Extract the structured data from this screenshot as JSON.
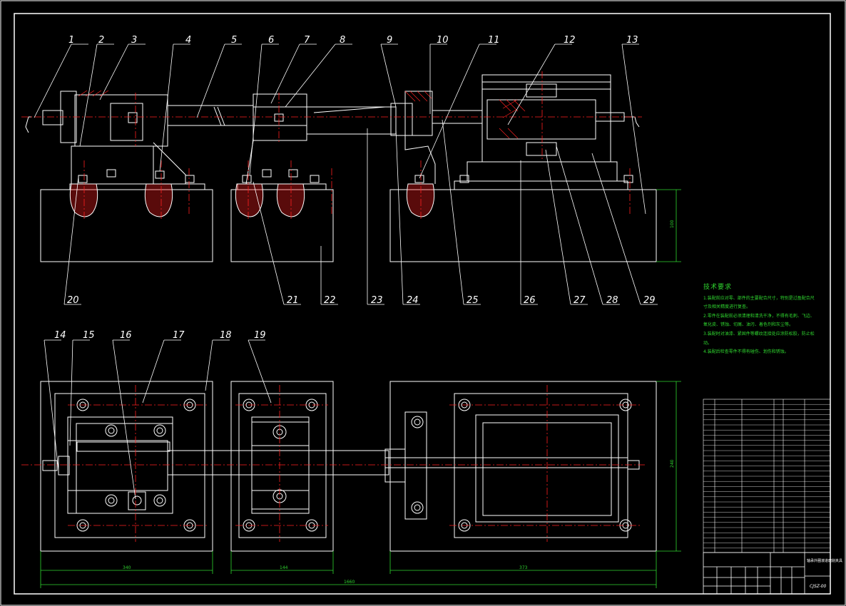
{
  "drawing": {
    "part_numbers_top": [
      "1",
      "2",
      "3",
      "4",
      "5",
      "6",
      "7",
      "8",
      "9",
      "10",
      "11",
      "12",
      "13"
    ],
    "part_numbers_bottom_row": [
      "20",
      "21",
      "22",
      "23",
      "24",
      "25",
      "26",
      "27",
      "28",
      "29"
    ],
    "part_numbers_plan": [
      "14",
      "15",
      "16",
      "17",
      "18",
      "19"
    ],
    "dimensions": {
      "left_base_width": "340",
      "mid_base_width": "144",
      "right_base_width": "373",
      "overall_width": "1660",
      "elev_height": "100",
      "plan_height": "240"
    },
    "tech_requirements": {
      "title": "技术要求",
      "items": [
        "1.装配前应对零、部件的主要配合尺寸，特别是过盈配合尺寸及相关精度进行复查。",
        "2.零件在装配前必须清理和清洗干净，不得有毛刺、飞边、氧化皮、锈蚀、切屑、油污、着色剂和灰尘等。",
        "3.装配时对油漆、紧固件等螺纹连接处应涂防松胶，防止松动。",
        "4.装配后检查零件不得有碰伤、划伤和锈蚀。"
      ]
    },
    "title_block": {
      "drawing_title": "轴承外圈滚道磨削夹具",
      "drawing_number": "CJSZ-00"
    }
  },
  "colors": {
    "background": "#000000",
    "outline": "#ffffff",
    "centerline": "#ff2020",
    "hatch": "#ff2020",
    "dimension": "#2fd62f",
    "hidden": "#ffff33"
  }
}
